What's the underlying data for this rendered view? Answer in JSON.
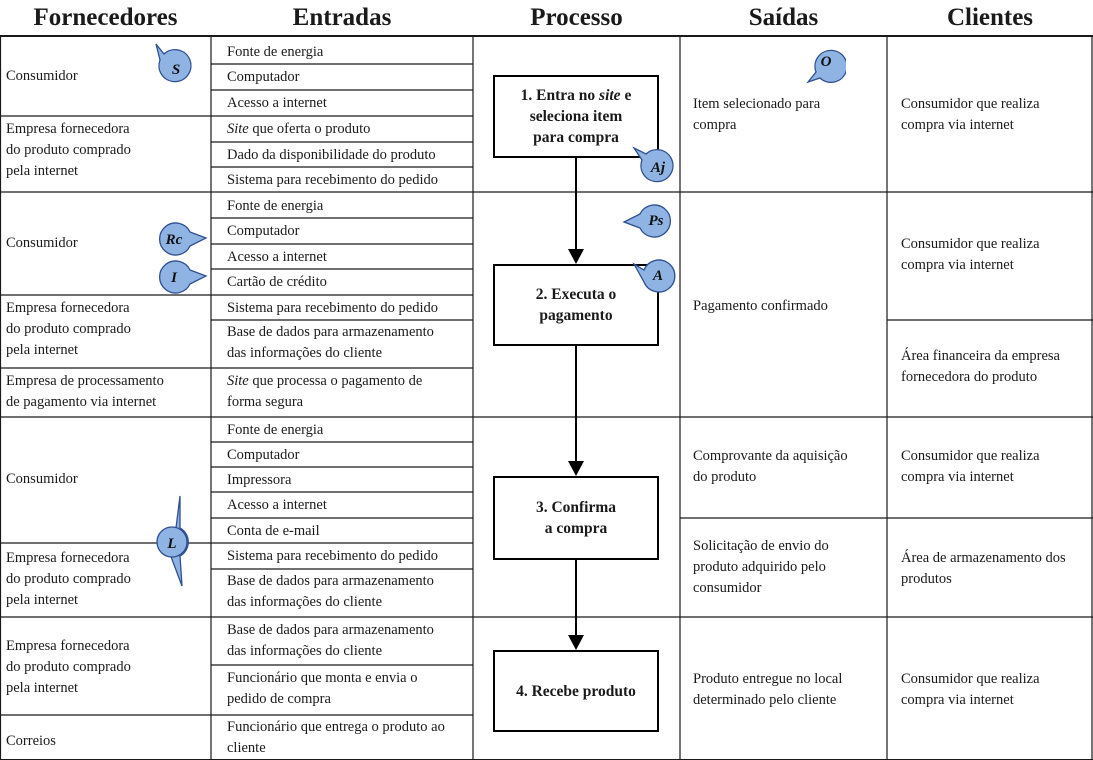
{
  "headers": [
    "Fornecedores",
    "Entradas",
    "Processo",
    "Saídas",
    "Clientes"
  ],
  "suppliers": [
    "Consumidor",
    "Empresa fornecedora|do produto comprado|pela internet",
    "Consumidor",
    "Empresa fornecedora|do produto comprado|pela internet",
    "Empresa de processamento|de pagamento via internet",
    "Consumidor",
    "Empresa fornecedora|do produto comprado|pela internet",
    "Empresa fornecedora|do produto comprado|pela internet",
    "Correios"
  ],
  "inputs": [
    "Fonte de energia",
    "Computador",
    "Acesso a internet",
    "Site que oferta o produto",
    "Dado da disponibilidade do produto",
    "Sistema para recebimento do pedido",
    "Fonte de energia",
    "Computador",
    "Acesso a internet",
    "Cartão de crédito",
    "Sistema para recebimento do pedido",
    "Base de dados para armazenamento|das informações do cliente",
    "Site que processa o pagamento de|forma segura",
    "Fonte de energia",
    "Computador",
    "Impressora",
    "Acesso a internet",
    "Conta de e-mail",
    "Sistema para recebimento do pedido",
    "Base de dados para armazenamento|das informações do cliente",
    "Base de dados para armazenamento|das informações do cliente",
    "Funcionário que monta e envia o|pedido de compra",
    "Funcionário que entrega o produto ao|cliente"
  ],
  "process": [
    "1. Entra no site e|seleciona item|para compra",
    "2. Executa o|pagamento",
    "3. Confirma|a compra",
    "4. Recebe produto"
  ],
  "outputs": [
    "Item selecionado para|compra",
    "Pagamento confirmado",
    "Comprovante da aquisição|do produto",
    "Solicitação de envio do|produto adquirido pelo|consumidor",
    "Produto entregue no local|determinado pelo cliente"
  ],
  "clients": [
    "Consumidor que realiza|compra via internet",
    "Consumidor que realiza|compra via internet",
    "Área financeira da empresa|fornecedora do produto",
    "Consumidor que realiza|compra via internet",
    "Área de armazenamento dos|produtos",
    "Consumidor que realiza|compra via internet"
  ],
  "bubbles": [
    "S",
    "O",
    "Aj",
    "Ps",
    "Rc",
    "A",
    "I",
    "L"
  ],
  "colors": {
    "bubble_fill": "#8fb4e3",
    "bubble_stroke": "#2f4f8f"
  }
}
